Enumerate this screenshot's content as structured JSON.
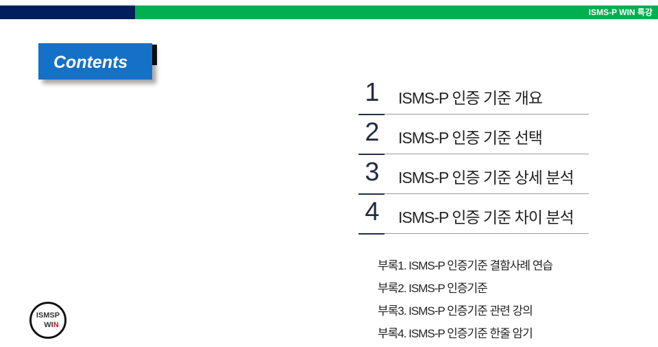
{
  "header": {
    "title": "ISMS-P WIN 특강"
  },
  "contents_label": "Contents",
  "items": [
    {
      "num": "1",
      "title": "ISMS-P 인증 기준  개요"
    },
    {
      "num": "2",
      "title": "ISMS-P 인증 기준 선택"
    },
    {
      "num": "3",
      "title": "ISMS-P 인증 기준 상세 분석"
    },
    {
      "num": "4",
      "title": "ISMS-P 인증 기준 차이 분석"
    }
  ],
  "appendix": [
    "부록1. ISMS-P  인증기준 결함사례 연습",
    "부록2. ISMS-P  인증기준",
    "부록3. ISMS-P  인증기준 관련 강의",
    "부록4. ISMS-P  인증기준 한줄 암기"
  ],
  "logo": {
    "line1": "ISMSP",
    "line2a": "WI",
    "line2b": "N"
  }
}
